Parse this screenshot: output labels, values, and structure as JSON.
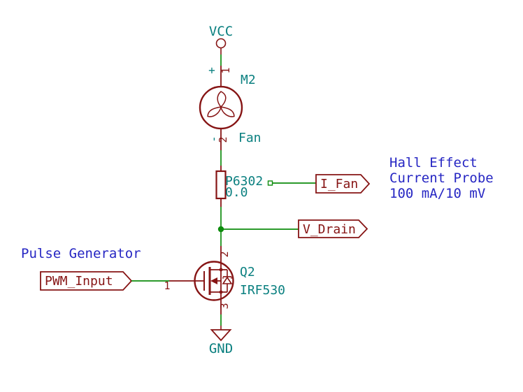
{
  "colors": {
    "wire": "#0d8c0d",
    "symbol_outline": "#861414",
    "field_text": "#0b8080",
    "note_text": "#2626c3",
    "background": "#ffffff"
  },
  "power": {
    "vcc": "VCC",
    "gnd": "GND"
  },
  "fan": {
    "ref": "M2",
    "value": "Fan",
    "pin_top": "1",
    "pin_bottom": "2",
    "polarity_plus": "+",
    "polarity_minus": "-"
  },
  "probe_resistor": {
    "ref": "P6302",
    "value": "0.0"
  },
  "mosfet": {
    "ref": "Q2",
    "value": "IRF530",
    "pin_gate": "1",
    "pin_drain": "2",
    "pin_source": "3"
  },
  "labels": {
    "i_fan": "I_Fan",
    "v_drain": "V_Drain",
    "pwm_input": "PWM_Input"
  },
  "notes": {
    "pulse_generator": "Pulse Generator",
    "hall_line1": "Hall Effect",
    "hall_line2": "Current Probe",
    "hall_line3": "100 mA/10 mV"
  }
}
